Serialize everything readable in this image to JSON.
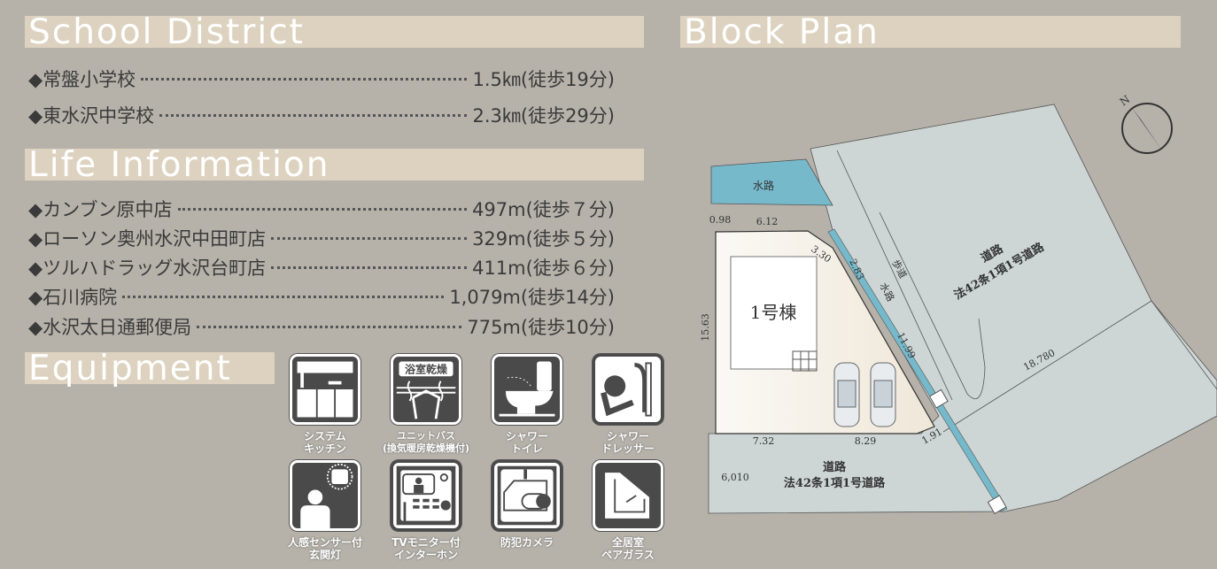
{
  "school_district": {
    "title": "School District",
    "items": [
      {
        "name": "◆常盤小学校",
        "value": "1.5㎞(徒歩19分)"
      },
      {
        "name": "◆東水沢中学校",
        "value": "2.3㎞(徒歩29分)"
      }
    ]
  },
  "life_information": {
    "title": "Life Information",
    "items": [
      {
        "name": "◆カンブン原中店",
        "value": "497m(徒歩７分)"
      },
      {
        "name": "◆ローソン奥州水沢中田町店",
        "value": "329m(徒歩５分)"
      },
      {
        "name": "◆ツルハドラッグ水沢台町店",
        "value": "411m(徒歩６分)"
      },
      {
        "name": "◆石川病院",
        "value": "1,079m(徒歩14分)"
      },
      {
        "name": "◆水沢太日通郵便局",
        "value": "775m(徒歩10分)"
      }
    ]
  },
  "equipment": {
    "title": "Equipment",
    "items": [
      {
        "icon": "kitchen-icon",
        "line1": "システム",
        "line2": "キッチン"
      },
      {
        "icon": "bath-dryer-icon",
        "badge": "浴室乾燥",
        "line1": "ユニットバス",
        "line2": "(換気暖房乾燥機付)"
      },
      {
        "icon": "toilet-icon",
        "line1": "シャワー",
        "line2": "トイレ"
      },
      {
        "icon": "shower-dresser-icon",
        "line1": "シャワー",
        "line2": "ドレッサー"
      },
      {
        "icon": "sensor-light-icon",
        "line1": "人感センサー付",
        "line2": "玄関灯"
      },
      {
        "icon": "intercom-icon",
        "line1": "TVモニター付",
        "line2": "インターホン"
      },
      {
        "icon": "camera-icon",
        "line1": "防犯カメラ",
        "line2": ""
      },
      {
        "icon": "pair-glass-icon",
        "line1": "全居室",
        "line2": "ペアガラス"
      }
    ]
  },
  "block_plan": {
    "title": "Block Plan",
    "compass": "N",
    "building": "1号棟",
    "waterway": "水路",
    "sidewalk": "歩道",
    "road_label": "道路",
    "road_type": "法42条1項1号道路",
    "dimensions": {
      "d098": "0.98",
      "d612": "6.12",
      "d330": "3.30",
      "d283": "2.83",
      "d1199": "11.99",
      "d1563": "15.63",
      "d732": "7.32",
      "d829": "8.29",
      "d191": "1.91",
      "w6010": "6,010",
      "w18780": "18.780"
    }
  },
  "colors": {
    "header_bar": "#ddd2bf",
    "background": "#b6b2aa",
    "road": "#cdd6d5",
    "waterway": "#76b9cb",
    "lot": "#f3eee4"
  }
}
